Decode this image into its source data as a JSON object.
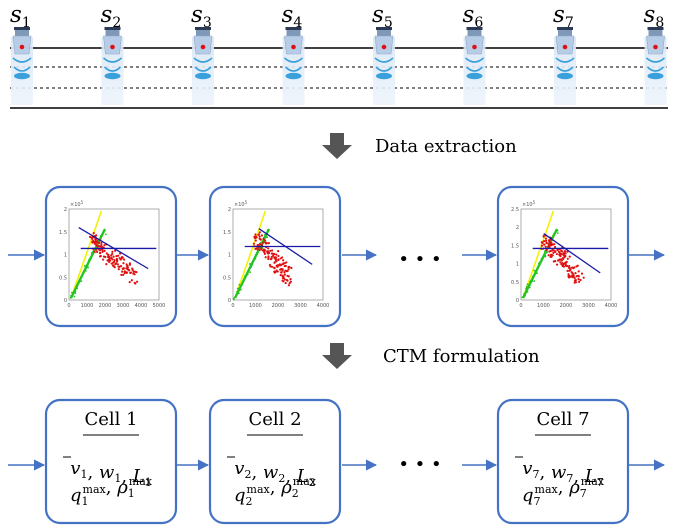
{
  "sensors": [
    {
      "letter": "s",
      "index": "1"
    },
    {
      "letter": "s",
      "index": "2"
    },
    {
      "letter": "s",
      "index": "3"
    },
    {
      "letter": "s",
      "index": "4"
    },
    {
      "letter": "s",
      "index": "5"
    },
    {
      "letter": "s",
      "index": "6"
    },
    {
      "letter": "s",
      "index": "7"
    },
    {
      "letter": "s",
      "index": "8"
    }
  ],
  "steps": {
    "extraction": "Data extraction",
    "ctm": "CTM formulation"
  },
  "ellipsis": "• • •",
  "plots": [
    {
      "exponent": "10",
      "exp_power": "5",
      "y_ticks": [
        "2",
        "1.5",
        "1",
        "0.5",
        "0"
      ],
      "x_ticks": [
        "0",
        "1000",
        "2000",
        "3000",
        "4000",
        "5000"
      ]
    },
    {
      "exponent": "10",
      "exp_power": "5",
      "y_ticks": [
        "2",
        "1.5",
        "1",
        "0.5",
        "0"
      ],
      "x_ticks": [
        "0",
        "1000",
        "2000",
        "3000",
        "4000"
      ]
    },
    {
      "exponent": "10",
      "exp_power": "5",
      "y_ticks": [
        "2.5",
        "2",
        "1.5",
        "1",
        "0.5",
        "0"
      ],
      "x_ticks": [
        "0",
        "1000",
        "2000",
        "3000",
        "4000"
      ]
    }
  ],
  "cells": [
    {
      "title": "Cell 1",
      "idx": "1"
    },
    {
      "title": "Cell 2",
      "idx": "2"
    },
    {
      "title": "Cell 7",
      "idx": "7"
    }
  ],
  "params": {
    "v": "v",
    "w": "w",
    "L": "L",
    "q": "q",
    "rho": "ρ",
    "max": "max",
    "sep": ", "
  },
  "colors": {
    "accent": "#4472c4",
    "arrow": "#555555",
    "red": "#e01010",
    "green": "#22c422",
    "yellow": "#f2f200",
    "navy": "#1a1aa8"
  }
}
